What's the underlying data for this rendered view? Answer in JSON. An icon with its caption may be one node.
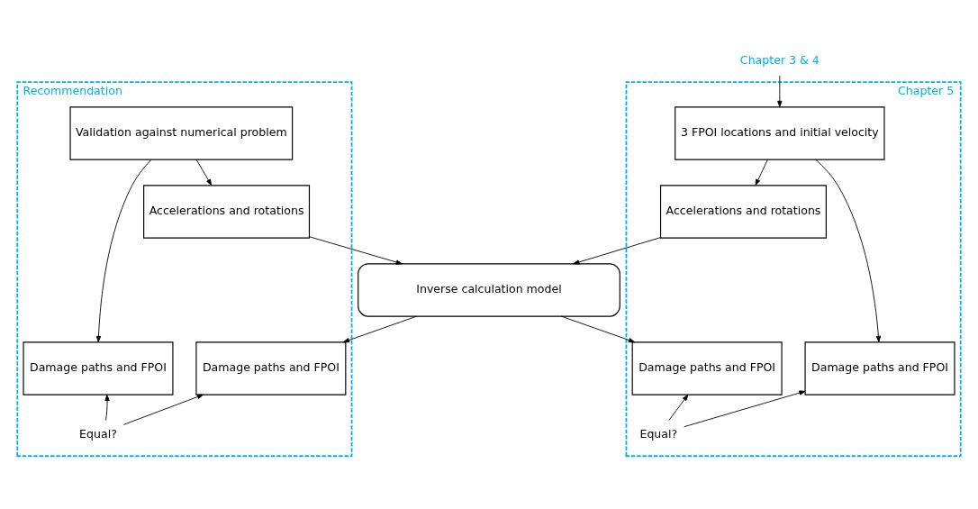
{
  "diagram": {
    "nodes": [
      {
        "text": [
          "Recommendation"
        ]
      },
      {
        "text": [
          "Validation against numerical problem"
        ],
        "in": 0
      },
      {
        "text": [
          "Accelerations and rotations"
        ],
        "in": 0
      },
      {
        "text": [
          "Damage paths and FPOI"
        ],
        "in": 0
      },
      {
        "text": [
          "Damage paths and FPOI"
        ],
        "in": 0
      },
      {
        "text": [
          "Equal?"
        ],
        "in": 0
      },
      {
        "text": [
          "Chapter 3 & 4"
        ]
      },
      {
        "text": [
          "Chapter 5"
        ]
      },
      {
        "text": [
          "3 FPOI locations and initial velocity"
        ],
        "in": 7
      },
      {
        "text": [
          "Accelerations and rotations"
        ],
        "in": 7
      },
      {
        "text": [
          "Damage paths and FPOI"
        ],
        "in": 7
      },
      {
        "text": [
          "Damage paths and FPOI"
        ],
        "in": 7
      },
      {
        "text": [
          "Equal?"
        ],
        "in": 7
      },
      {
        "text": [
          "Inverse calculation model"
        ]
      }
    ],
    "edges": [
      {
        "from": 1,
        "to": 3,
        "arrow": "to"
      },
      {
        "from": 1,
        "to": 2,
        "arrow": "to"
      },
      {
        "from": 2,
        "to": 13,
        "arrow": "to"
      },
      {
        "from": 13,
        "to": 4,
        "arrow": "to"
      },
      {
        "from": 5,
        "to": 3,
        "arrow": "to"
      },
      {
        "from": 5,
        "to": 4,
        "arrow": "to"
      },
      {
        "from": 6,
        "to": 8,
        "arrow": "to"
      },
      {
        "from": 8,
        "to": 9,
        "arrow": "to"
      },
      {
        "from": 8,
        "to": 11,
        "arrow": "to"
      },
      {
        "from": 9,
        "to": 13,
        "arrow": "to"
      },
      {
        "from": 13,
        "to": 10,
        "arrow": "to"
      },
      {
        "from": 12,
        "to": 10,
        "arrow": "to"
      },
      {
        "from": 12,
        "to": 11,
        "arrow": "to"
      }
    ]
  }
}
